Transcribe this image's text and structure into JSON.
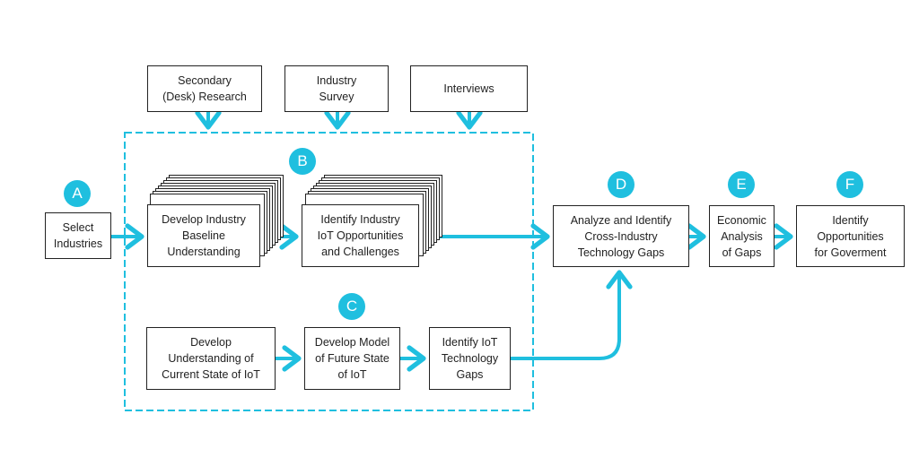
{
  "colors": {
    "accent": "#1fbfdf",
    "border": "#222222"
  },
  "inputs": {
    "secondary_research": "Secondary\n(Desk) Research",
    "industry_survey": "Industry\nSurvey",
    "interviews": "Interviews"
  },
  "badges": {
    "a": "A",
    "b": "B",
    "c": "C",
    "d": "D",
    "e": "E",
    "f": "F"
  },
  "steps": {
    "select_industries": "Select\nIndustries",
    "develop_baseline": "Develop Industry\nBaseline\nUnderstanding",
    "identify_opportunities": "Identify Industry\nIoT Opportunities\nand Challenges",
    "current_state": "Develop\nUnderstanding of\nCurrent State of IoT",
    "future_state": "Develop Model\nof Future State\nof IoT",
    "tech_gaps": "Identify IoT\nTechnology\nGaps",
    "cross_industry": "Analyze and Identify\nCross-Industry\nTechnology Gaps",
    "economic": "Economic\nAnalysis\nof Gaps",
    "government": "Identify\nOpportunities\nfor Goverment"
  }
}
